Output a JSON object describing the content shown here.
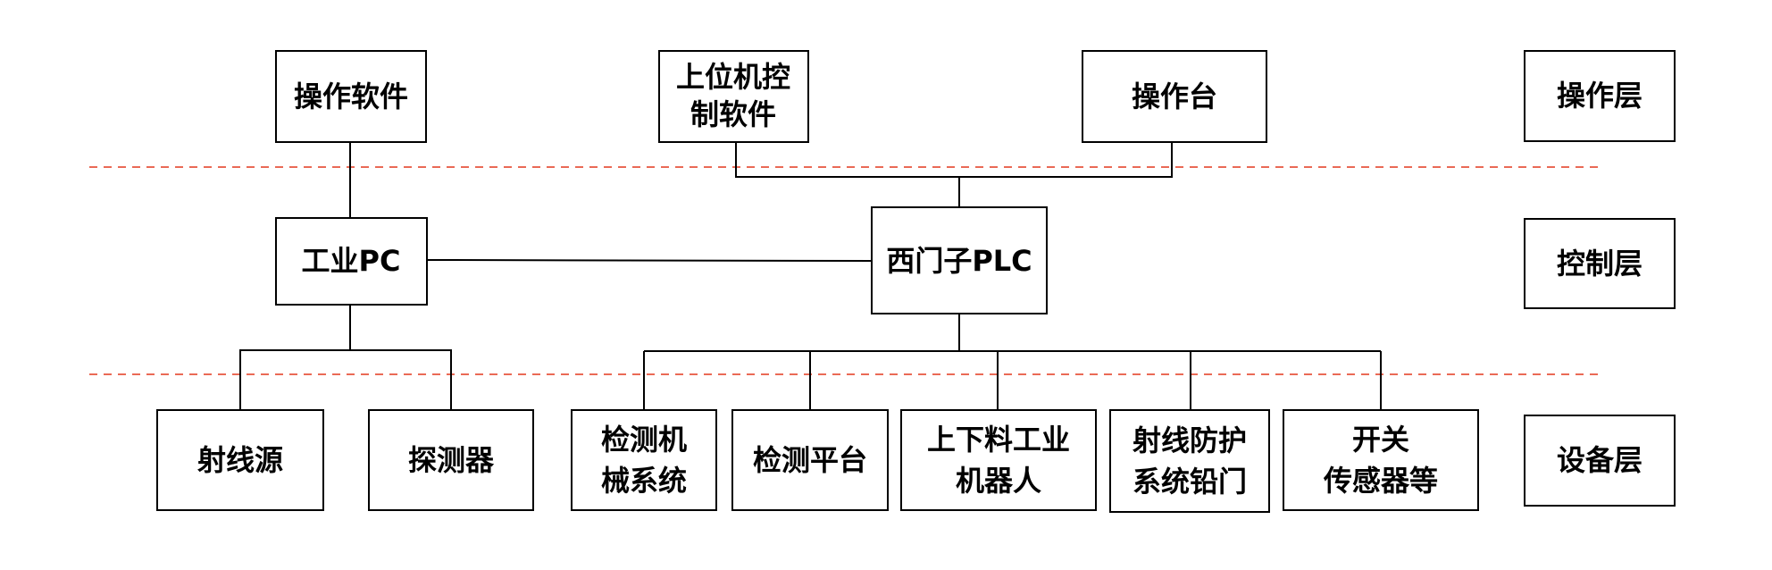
{
  "layers": {
    "operation": "操作层",
    "control": "控制层",
    "device": "设备层"
  },
  "nodes": {
    "operation_software": [
      "操作软件"
    ],
    "host_control_software": [
      "上位机控",
      "制软件"
    ],
    "console": [
      "操作台"
    ],
    "industrial_pc": [
      "工业PC"
    ],
    "siemens_plc": [
      "西门子PLC"
    ],
    "ray_source": [
      "射线源"
    ],
    "detector": [
      "探测器"
    ],
    "inspection_mechanical_system": [
      "检测机",
      "械系统"
    ],
    "inspection_platform": [
      "检测平台"
    ],
    "loading_robot": [
      "上下料工业",
      "机器人"
    ],
    "radiation_protection_door": [
      "射线防护",
      "系统铅门"
    ],
    "switch_sensors": [
      "开关",
      "传感器等"
    ]
  },
  "colors": {
    "line": "#000000",
    "layer_divider": "#e8553f"
  }
}
